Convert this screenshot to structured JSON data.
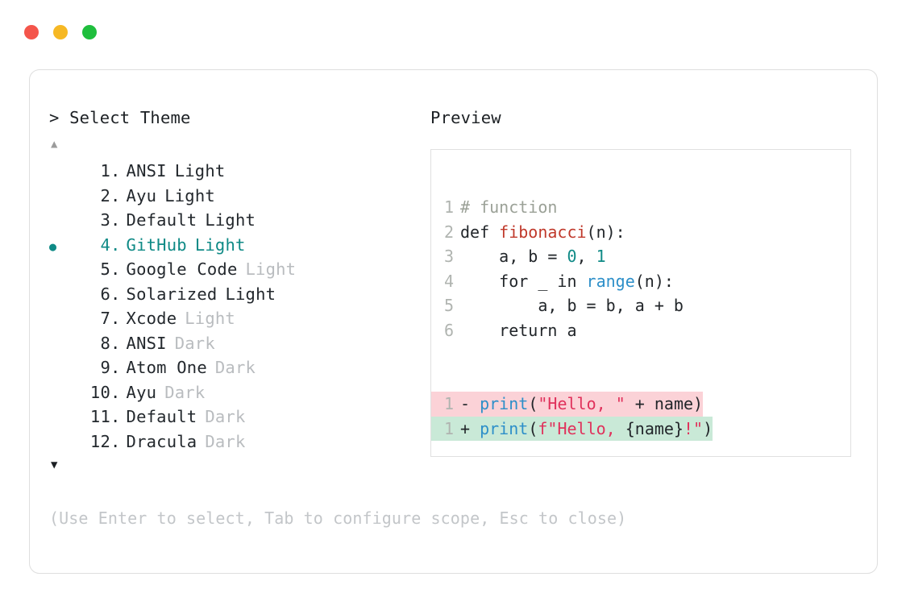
{
  "window": {
    "traffic_lights": [
      {
        "name": "close",
        "color": "#f4554b"
      },
      {
        "name": "minimize",
        "color": "#f6b824"
      },
      {
        "name": "maximize",
        "color": "#1fbe3d"
      }
    ]
  },
  "left": {
    "heading": "> Select Theme",
    "scroll_up": "▲",
    "scroll_down": "▼",
    "selected_index": 4,
    "bullet_glyph": "●",
    "items": [
      {
        "index": "1.",
        "name": "ANSI",
        "variant": "Light",
        "variant_dim": false,
        "selected": false
      },
      {
        "index": "2.",
        "name": "Ayu",
        "variant": "Light",
        "variant_dim": false,
        "selected": false
      },
      {
        "index": "3.",
        "name": "Default",
        "variant": "Light",
        "variant_dim": false,
        "selected": false
      },
      {
        "index": "4.",
        "name": "GitHub",
        "variant": "Light",
        "variant_dim": false,
        "selected": true
      },
      {
        "index": "5.",
        "name": "Google Code",
        "variant": "Light",
        "variant_dim": true,
        "selected": false
      },
      {
        "index": "6.",
        "name": "Solarized",
        "variant": "Light",
        "variant_dim": false,
        "selected": false
      },
      {
        "index": "7.",
        "name": "Xcode",
        "variant": "Light",
        "variant_dim": true,
        "selected": false
      },
      {
        "index": "8.",
        "name": "ANSI",
        "variant": "Dark",
        "variant_dim": true,
        "selected": false
      },
      {
        "index": "9.",
        "name": "Atom One",
        "variant": "Dark",
        "variant_dim": true,
        "selected": false
      },
      {
        "index": "10.",
        "name": "Ayu",
        "variant": "Dark",
        "variant_dim": true,
        "selected": false
      },
      {
        "index": "11.",
        "name": "Default",
        "variant": "Dark",
        "variant_dim": true,
        "selected": false
      },
      {
        "index": "12.",
        "name": "Dracula",
        "variant": "Dark",
        "variant_dim": true,
        "selected": false
      }
    ]
  },
  "right": {
    "heading": "Preview",
    "code_lines": [
      {
        "gutter": "1",
        "tokens": [
          {
            "t": "# function",
            "c": "tok-comment"
          }
        ]
      },
      {
        "gutter": "2",
        "tokens": [
          {
            "t": "def ",
            "c": "tok-def"
          },
          {
            "t": "fibonacci",
            "c": "tok-fn"
          },
          {
            "t": "(n):",
            "c": "tok-punc"
          }
        ]
      },
      {
        "gutter": "3",
        "tokens": [
          {
            "t": "    a, b = ",
            "c": "tok-plain"
          },
          {
            "t": "0",
            "c": "tok-num"
          },
          {
            "t": ", ",
            "c": "tok-plain"
          },
          {
            "t": "1",
            "c": "tok-num"
          }
        ]
      },
      {
        "gutter": "4",
        "tokens": [
          {
            "t": "    for _ in ",
            "c": "tok-plain"
          },
          {
            "t": "range",
            "c": "tok-builtin"
          },
          {
            "t": "(n):",
            "c": "tok-punc"
          }
        ]
      },
      {
        "gutter": "5",
        "tokens": [
          {
            "t": "        a, b = b, a + b",
            "c": "tok-plain"
          }
        ]
      },
      {
        "gutter": "6",
        "tokens": [
          {
            "t": "    return a",
            "c": "tok-plain"
          }
        ]
      }
    ],
    "diff_lines": [
      {
        "gutter": "1",
        "sign": "-",
        "kind": "diff-del",
        "tokens": [
          {
            "t": "print",
            "c": "tok-call"
          },
          {
            "t": "(",
            "c": "tok-punc"
          },
          {
            "t": "\"Hello, \"",
            "c": "tok-str"
          },
          {
            "t": " + name)",
            "c": "tok-plain"
          }
        ]
      },
      {
        "gutter": "1",
        "sign": "+",
        "kind": "diff-add",
        "tokens": [
          {
            "t": "print",
            "c": "tok-call"
          },
          {
            "t": "(",
            "c": "tok-punc"
          },
          {
            "t": "f\"Hello, ",
            "c": "tok-str"
          },
          {
            "t": "{name}",
            "c": "tok-plain"
          },
          {
            "t": "!\"",
            "c": "tok-str"
          },
          {
            "t": ")",
            "c": "tok-punc"
          }
        ]
      }
    ]
  },
  "footer": {
    "hint": "(Use Enter to select, Tab to configure scope, Esc to close)"
  }
}
